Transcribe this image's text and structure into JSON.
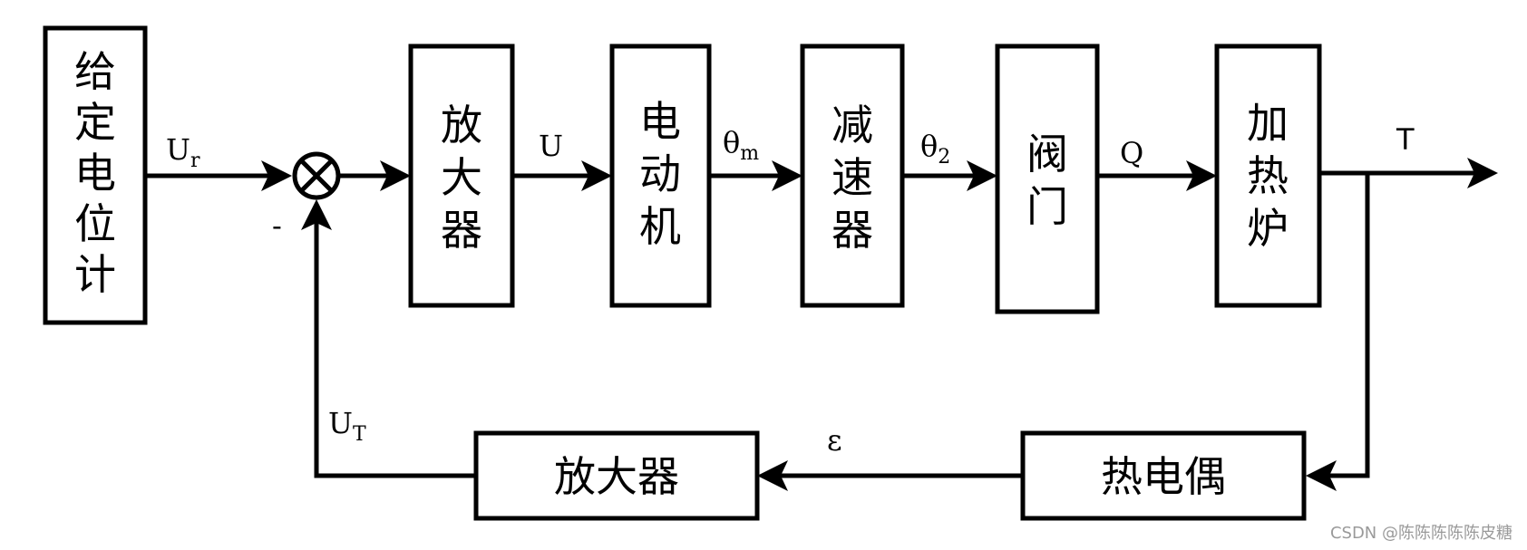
{
  "blocks": {
    "potentiometer": [
      "给",
      "定",
      "电",
      "位",
      "计"
    ],
    "amplifier": [
      "放",
      "大",
      "器"
    ],
    "motor": [
      "电",
      "动",
      "机"
    ],
    "reducer": [
      "减",
      "速",
      "器"
    ],
    "valve": [
      "阀",
      "门"
    ],
    "furnace": [
      "加",
      "热",
      "炉"
    ],
    "thermocouple": "热电偶",
    "feedback_amplifier": "放大器"
  },
  "signals": {
    "ur": {
      "main": "U",
      "sub": "r"
    },
    "u": "U",
    "theta_m": {
      "main": "θ",
      "sub": "m"
    },
    "theta_2": {
      "main": "θ",
      "sub": "2"
    },
    "q": "Q",
    "t": "T",
    "epsilon": "ε",
    "ut": {
      "main": "U",
      "sub": "T"
    },
    "minus": "-"
  },
  "watermark": "CSDN @陈陈陈陈陈皮糖"
}
